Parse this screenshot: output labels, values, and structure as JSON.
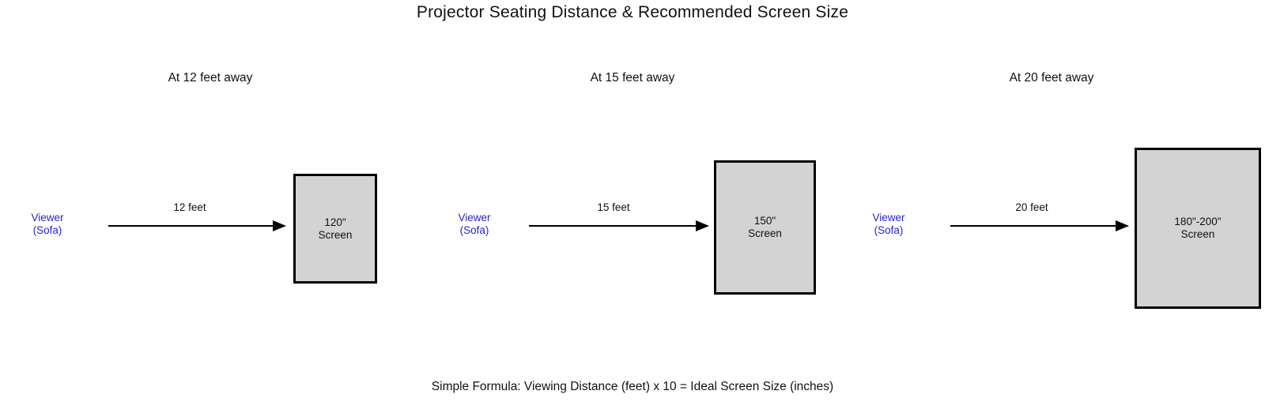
{
  "title": "Projector Seating Distance & Recommended Screen Size",
  "formula": "Simple Formula: Viewing Distance (feet) x 10 = Ideal Screen Size (inches)",
  "colors": {
    "background": "#ffffff",
    "ink": "#111111",
    "viewer": "#2424d2",
    "screen_fill": "#d3d3d3",
    "screen_border": "#000000"
  },
  "sections": [
    {
      "header": "At 12 feet away",
      "viewer": {
        "line1": "Viewer",
        "line2": "(Sofa)"
      },
      "distance": "12 feet",
      "screen": {
        "size": "120\"",
        "label": "Screen"
      }
    },
    {
      "header": "At 15 feet away",
      "viewer": {
        "line1": "Viewer",
        "line2": "(Sofa)"
      },
      "distance": "15 feet",
      "screen": {
        "size": "150\"",
        "label": "Screen"
      }
    },
    {
      "header": "At 20 feet away",
      "viewer": {
        "line1": "Viewer",
        "line2": "(Sofa)"
      },
      "distance": "20 feet",
      "screen": {
        "size": "180\"-200\"",
        "label": "Screen"
      }
    }
  ]
}
